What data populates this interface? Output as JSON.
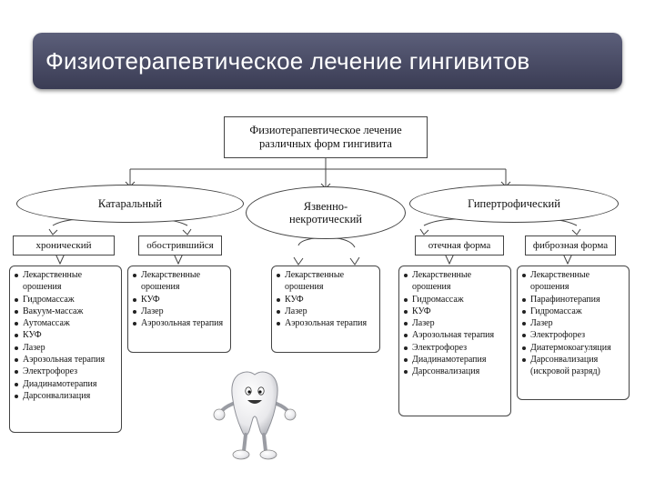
{
  "title": "Физиотерапевтическое лечение гингивитов",
  "diagram": {
    "root": "Физиотерапевтическое лечение различных форм гингивита",
    "forms": [
      {
        "label": "Катаральный",
        "subtypes": [
          {
            "label": "хронический",
            "items": [
              "Лекарственные орошения",
              "Гидромассаж",
              "Вакуум-массаж",
              "Аутомассаж",
              "КУФ",
              "Лазер",
              "Аэрозольная терапия",
              "Электрофорез",
              "Диадинамотерапия",
              "Дарсонвализация"
            ]
          },
          {
            "label": "обострившийся",
            "items": [
              "Лекарственные орошения",
              "КУФ",
              "Лазер",
              "Аэрозольная терапия"
            ]
          }
        ]
      },
      {
        "label": "Язвенно-некротический",
        "items": [
          "Лекарственные орошения",
          "КУФ",
          "Лазер",
          "Аэрозольная терапия"
        ]
      },
      {
        "label": "Гипертрофический",
        "subtypes": [
          {
            "label": "отечная форма",
            "items": [
              "Лекарственные орошения",
              "Гидромассаж",
              "КУФ",
              "Лазер",
              "Аэрозольная терапия",
              "Электрофорез",
              "Диадинамотерапия",
              "Дарсонвализация"
            ]
          },
          {
            "label": "фиброзная форма",
            "items": [
              "Лекарственные орошения",
              "Парафинотерапия",
              "Гидромассаж",
              "Лазер",
              "Электрофорез",
              "Диатермокоагуляция",
              "Дарсонвализация (искровой разряд)"
            ]
          }
        ]
      }
    ]
  }
}
